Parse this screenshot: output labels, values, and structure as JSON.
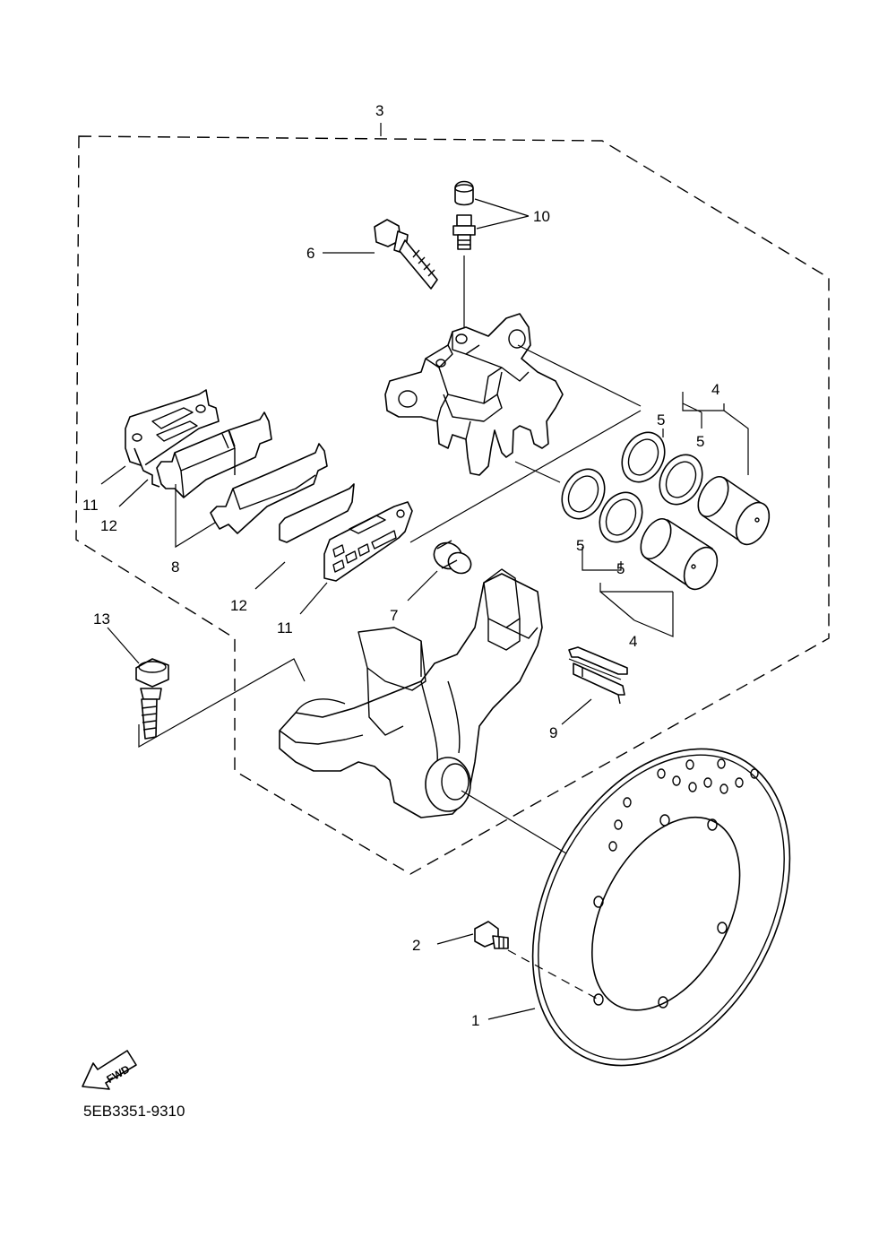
{
  "callouts": {
    "c1": "1",
    "c2": "2",
    "c3": "3",
    "c4a": "4",
    "c4b": "4",
    "c5a": "5",
    "c5b": "5",
    "c5c": "5",
    "c5d": "5",
    "c6": "6",
    "c7": "7",
    "c8": "8",
    "c9": "9",
    "c10": "10",
    "c11a": "11",
    "c11b": "11",
    "c12a": "12",
    "c12b": "12",
    "c13": "13"
  },
  "fwd_label": "FWD",
  "diagram_code": "5EB3351-9310"
}
